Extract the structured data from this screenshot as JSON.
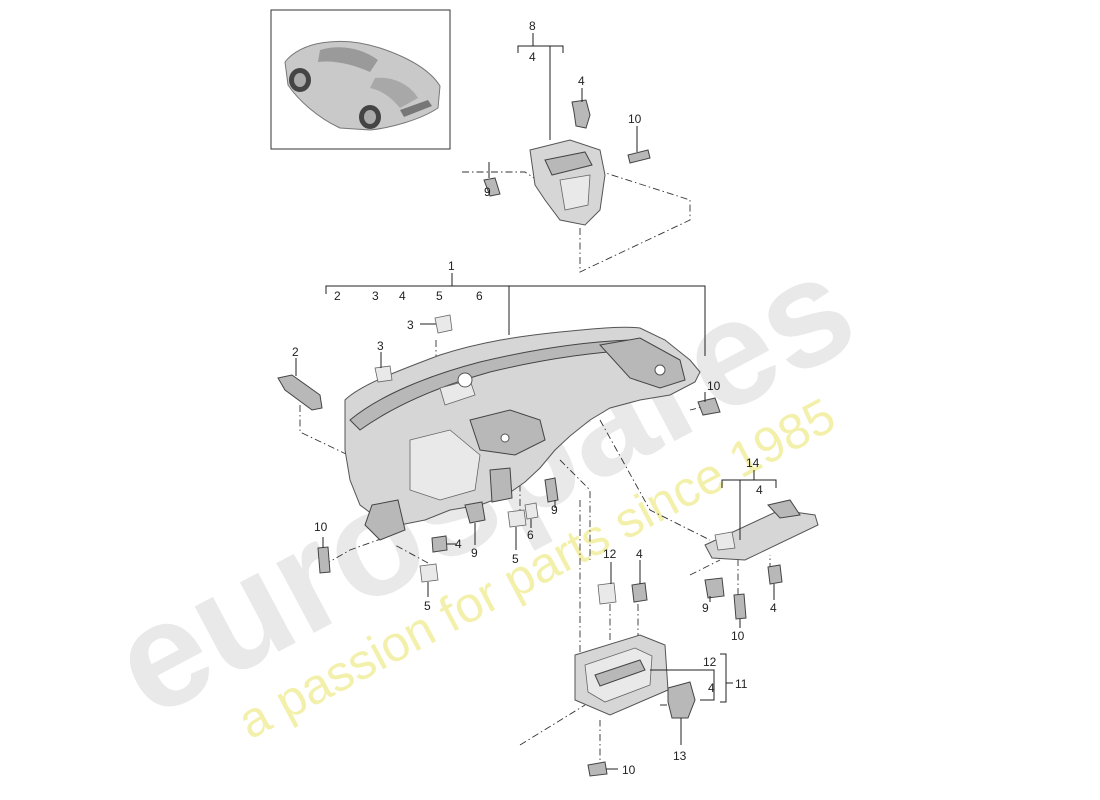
{
  "watermark": {
    "brand": "eurospares",
    "tagline": "a passion for parts since 1985"
  },
  "callouts": {
    "c1": "1",
    "c2a": "2",
    "c3a": "3",
    "c4a": "4",
    "c5a": "5",
    "c6a": "6",
    "c2": "2",
    "c3_left": "3",
    "c3_mid": "3",
    "c8": "8",
    "c8_sub": "4",
    "c4_top": "4",
    "c10_top": "10",
    "c9_top": "9",
    "c10_right": "10",
    "c9_center": "9",
    "c10_left": "10",
    "c4_left": "4",
    "c9_lower": "9",
    "c6": "6",
    "c5_mid": "5",
    "c5_low": "5",
    "c12": "12",
    "c4_clip": "4",
    "c14": "14",
    "c14_sub": "4",
    "c9_bracket": "9",
    "c4_bracket": "4",
    "c10_bracket": "10",
    "c12_frame": "12",
    "c4_frame": "4",
    "c11": "11",
    "c13": "13",
    "c10_bottom": "10"
  }
}
